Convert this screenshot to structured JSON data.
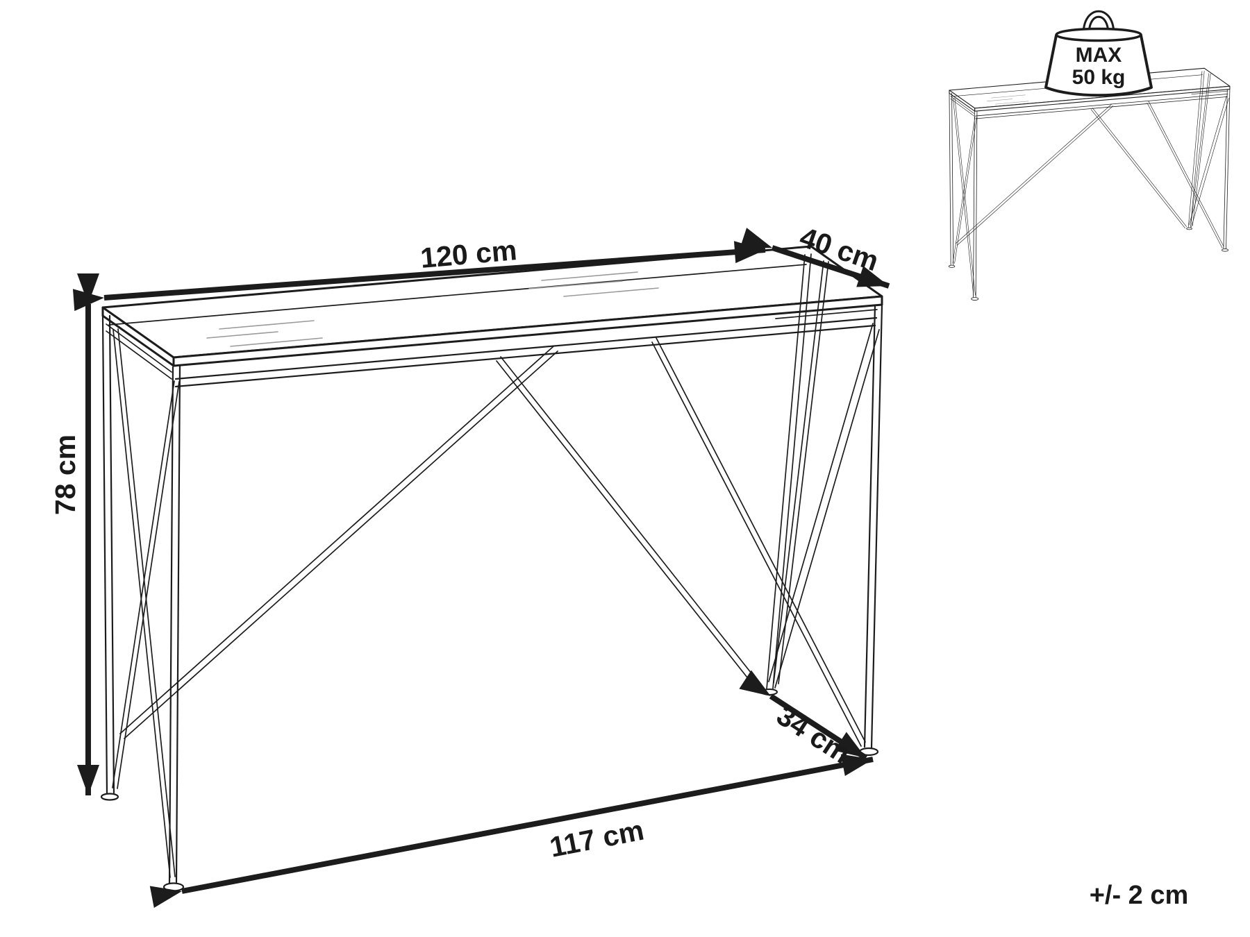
{
  "diagram": {
    "type": "furniture-dimension-drawing",
    "product": "console-table",
    "dimension_labels": {
      "top_width": "120 cm",
      "top_depth": "40 cm",
      "height": "78 cm",
      "base_width": "117 cm",
      "base_depth": "34 cm"
    },
    "tolerance_note": "+/- 2 cm",
    "max_load_badge": {
      "line1": "MAX",
      "line2": "50 kg"
    },
    "icons": {
      "weight_icon": "max-load-weight-icon",
      "arrow_icon": "double-headed-dimension-arrow"
    },
    "colors": {
      "line": "#1c1c1c",
      "glass_line": "#9a9a9a",
      "text": "#1a1a1a",
      "background": "#ffffff"
    }
  }
}
